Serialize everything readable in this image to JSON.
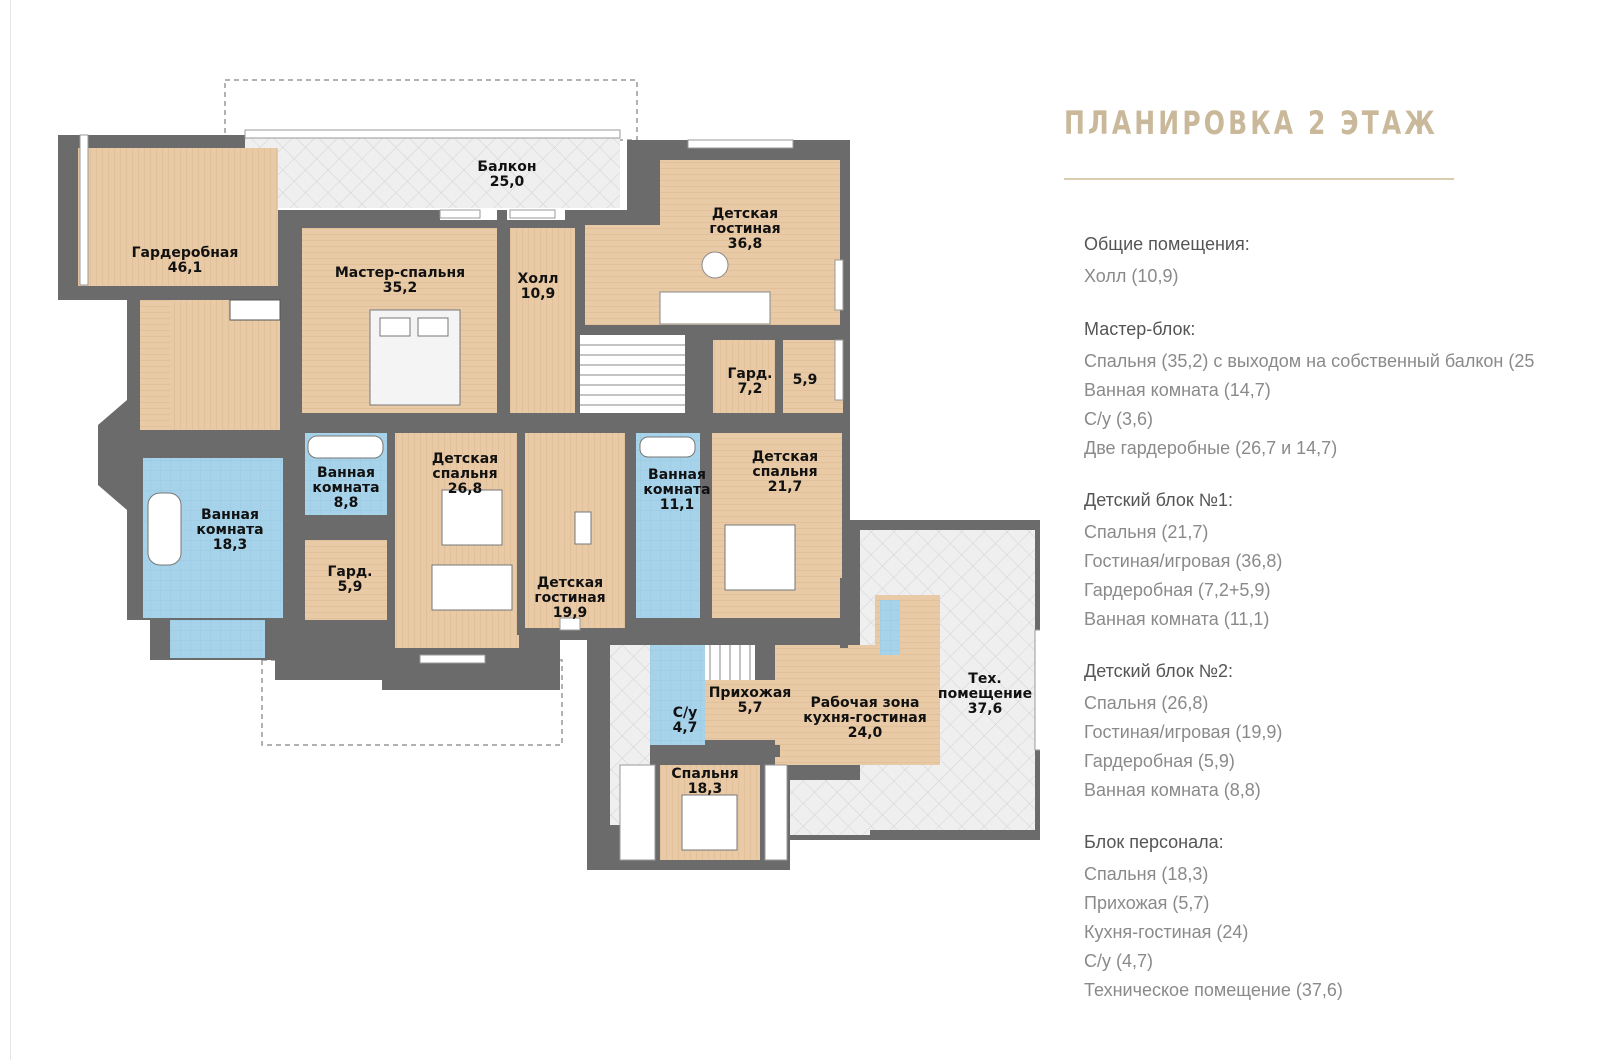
{
  "title": "ПЛАНИРОВКА 2 ЭТАЖ",
  "colors": {
    "title": "#c9b99a",
    "wall": "#6b6b6b",
    "wood_floor": "#e8c9a5",
    "bathroom": "#9fcfe8",
    "balcony_tile": "#e4e4e4",
    "text_list": "#8a8a8a"
  },
  "rooms": [
    {
      "name": "Балкон",
      "area": "25,0"
    },
    {
      "name": "Гардеробная",
      "area": "46,1"
    },
    {
      "name": "Мастер-спальня",
      "area": "35,2"
    },
    {
      "name": "Холл",
      "area": "10,9"
    },
    {
      "name": "Детская\nгостиная",
      "area": "36,8"
    },
    {
      "name": "Гард.",
      "area": "7,2"
    },
    {
      "name": "",
      "area": "5,9"
    },
    {
      "name": "Ванная\nкомната",
      "area": "18,3"
    },
    {
      "name": "Ванная\nкомната",
      "area": "8,8"
    },
    {
      "name": "Гард.",
      "area": "5,9"
    },
    {
      "name": "Детская\nспальня",
      "area": "26,8"
    },
    {
      "name": "Детская\nгостиная",
      "area": "19,9"
    },
    {
      "name": "Ванная\nкомната",
      "area": "11,1"
    },
    {
      "name": "Детская\nспальня",
      "area": "21,7"
    },
    {
      "name": "Прихожая",
      "area": "5,7"
    },
    {
      "name": "С/у",
      "area": "4,7"
    },
    {
      "name": "Рабочая зона\nкухня-гостиная",
      "area": "24,0"
    },
    {
      "name": "Тех.\nпомещение",
      "area": "37,6"
    },
    {
      "name": "Спальня",
      "area": "18,3"
    }
  ],
  "sections": [
    {
      "title": "Общие помещения:",
      "items": [
        "Холл (10,9)"
      ]
    },
    {
      "title": "Мастер-блок:",
      "items": [
        "Спальня (35,2) с выходом на собственный балкон (25",
        "Ванная комната (14,7)",
        "С/у (3,6)",
        "Две гардеробные (26,7 и 14,7)"
      ]
    },
    {
      "title": "Детский блок №1:",
      "items": [
        "Спальня (21,7)",
        "Гостиная/игровая (36,8)",
        "Гардеробная (7,2+5,9)",
        "Ванная комната (11,1)"
      ]
    },
    {
      "title": "Детский блок №2:",
      "items": [
        "Спальня (26,8)",
        "Гостиная/игровая (19,9)",
        "Гардеробная (5,9)",
        "Ванная комната (8,8)"
      ]
    },
    {
      "title": "Блок персонала:",
      "items": [
        "Спальня (18,3)",
        "Прихожая (5,7)",
        "Кухня-гостиная (24)",
        "С/у (4,7)",
        "Техническое помещение (37,6)"
      ]
    }
  ]
}
